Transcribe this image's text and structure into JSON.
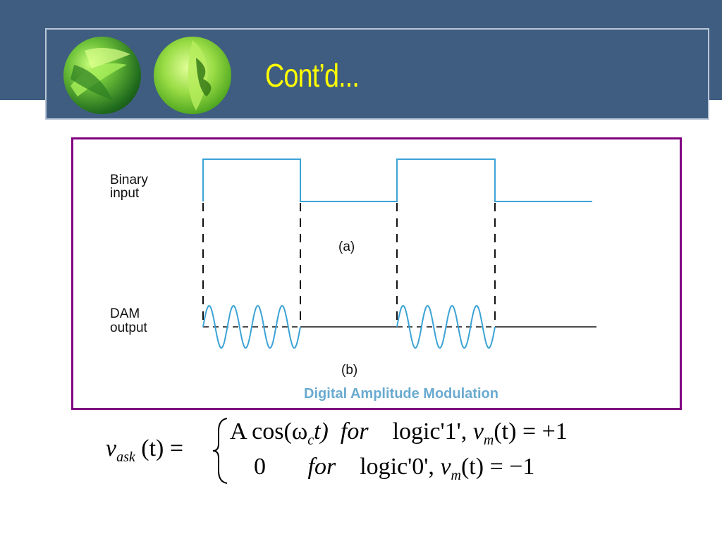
{
  "slide": {
    "title": "Cont’d...",
    "colors": {
      "band": "#3f5d80",
      "title": "#ffff00",
      "frame": "#800080",
      "signal": "#3ba3d6",
      "caption": "#6aaad0"
    }
  },
  "figure": {
    "binary_label_line1": "Binary",
    "binary_label_line2": "input",
    "label_a": "(a)",
    "dam_label_line1": "DAM",
    "dam_label_line2": "output",
    "label_b": "(b)",
    "caption": "Digital Amplitude Modulation"
  },
  "formula": {
    "lhs_var": "v",
    "lhs_sub": "ask",
    "lhs_rest": "(t) =",
    "row1_expr": "A cos(ω",
    "row1_sub": "c",
    "row1_t": "t)",
    "row1_for": "for",
    "row1_cond": "logic'1',",
    "row1_v": "v",
    "row1_vsub": "m",
    "row1_eq": "(t) = +1",
    "row2_expr": "0",
    "row2_for": "for",
    "row2_cond": "logic'0',",
    "row2_v": "v",
    "row2_vsub": "m",
    "row2_eq": "(t) = −1"
  }
}
